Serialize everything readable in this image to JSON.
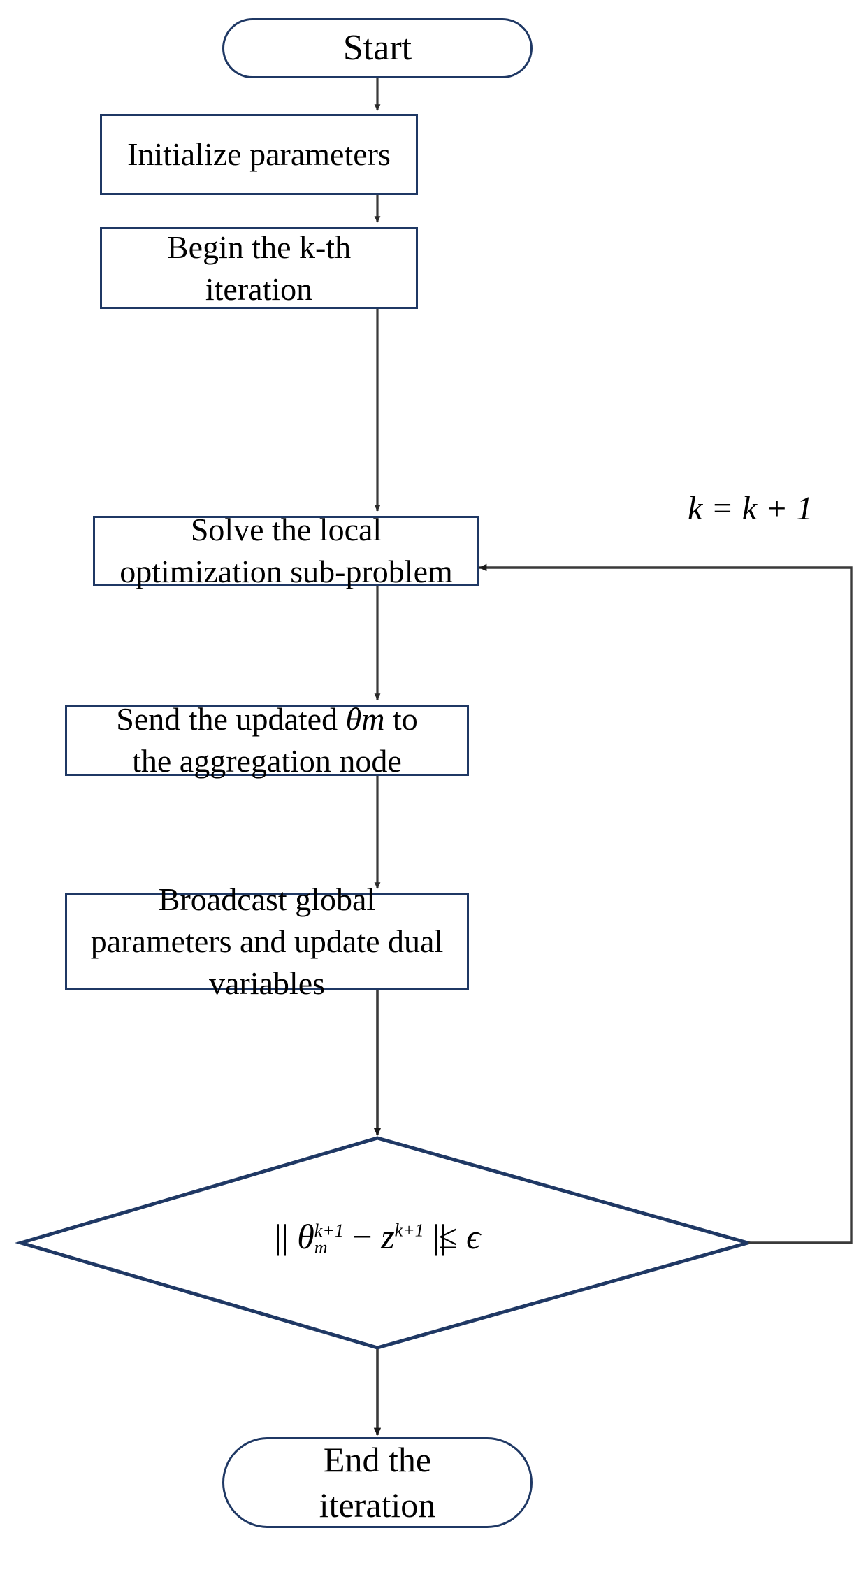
{
  "diagram": {
    "type": "flowchart",
    "title": "ADMM distributed iteration flowchart",
    "colors": {
      "node_border": "#1f3864",
      "node_fill": "#ffffff",
      "arrow": "#3a3a3a",
      "text": "#000000",
      "background": "#ffffff"
    },
    "nodes": [
      {
        "id": "start",
        "shape": "terminal",
        "label": "Start"
      },
      {
        "id": "init",
        "shape": "process",
        "label": "Initialize parameters"
      },
      {
        "id": "begin-iteration",
        "shape": "process",
        "label": "Begin the k-th\niteration"
      },
      {
        "id": "solve-local",
        "shape": "process",
        "label": "Solve the local\noptimization sub-problem"
      },
      {
        "id": "send-theta",
        "shape": "process",
        "label_part1": "Send the updated ",
        "label_theta": "θm",
        "label_part2": " to",
        "label_line2": "the aggregation node",
        "label_plain": "Send the updated θm to the aggregation node"
      },
      {
        "id": "broadcast",
        "shape": "process",
        "label": "Broadcast global\nparameters and update dual\nvariables"
      },
      {
        "id": "convergence-check",
        "shape": "decision",
        "label_plain": "|| θm^(k+1) − z^(k+1) ||≤ ϵ",
        "tokens": {
          "norm_open": "||",
          "theta": "θ",
          "theta_sup": "k+1",
          "theta_sub": "m",
          "minus": "−",
          "z": "z",
          "z_sup": "k+1",
          "norm_close": "||",
          "relation": "≤",
          "epsilon": "ϵ"
        }
      },
      {
        "id": "end",
        "shape": "terminal",
        "label": "End the\niteration"
      }
    ],
    "edge_labels": [
      {
        "id": "increment-k",
        "text": "k = k + 1"
      }
    ]
  }
}
